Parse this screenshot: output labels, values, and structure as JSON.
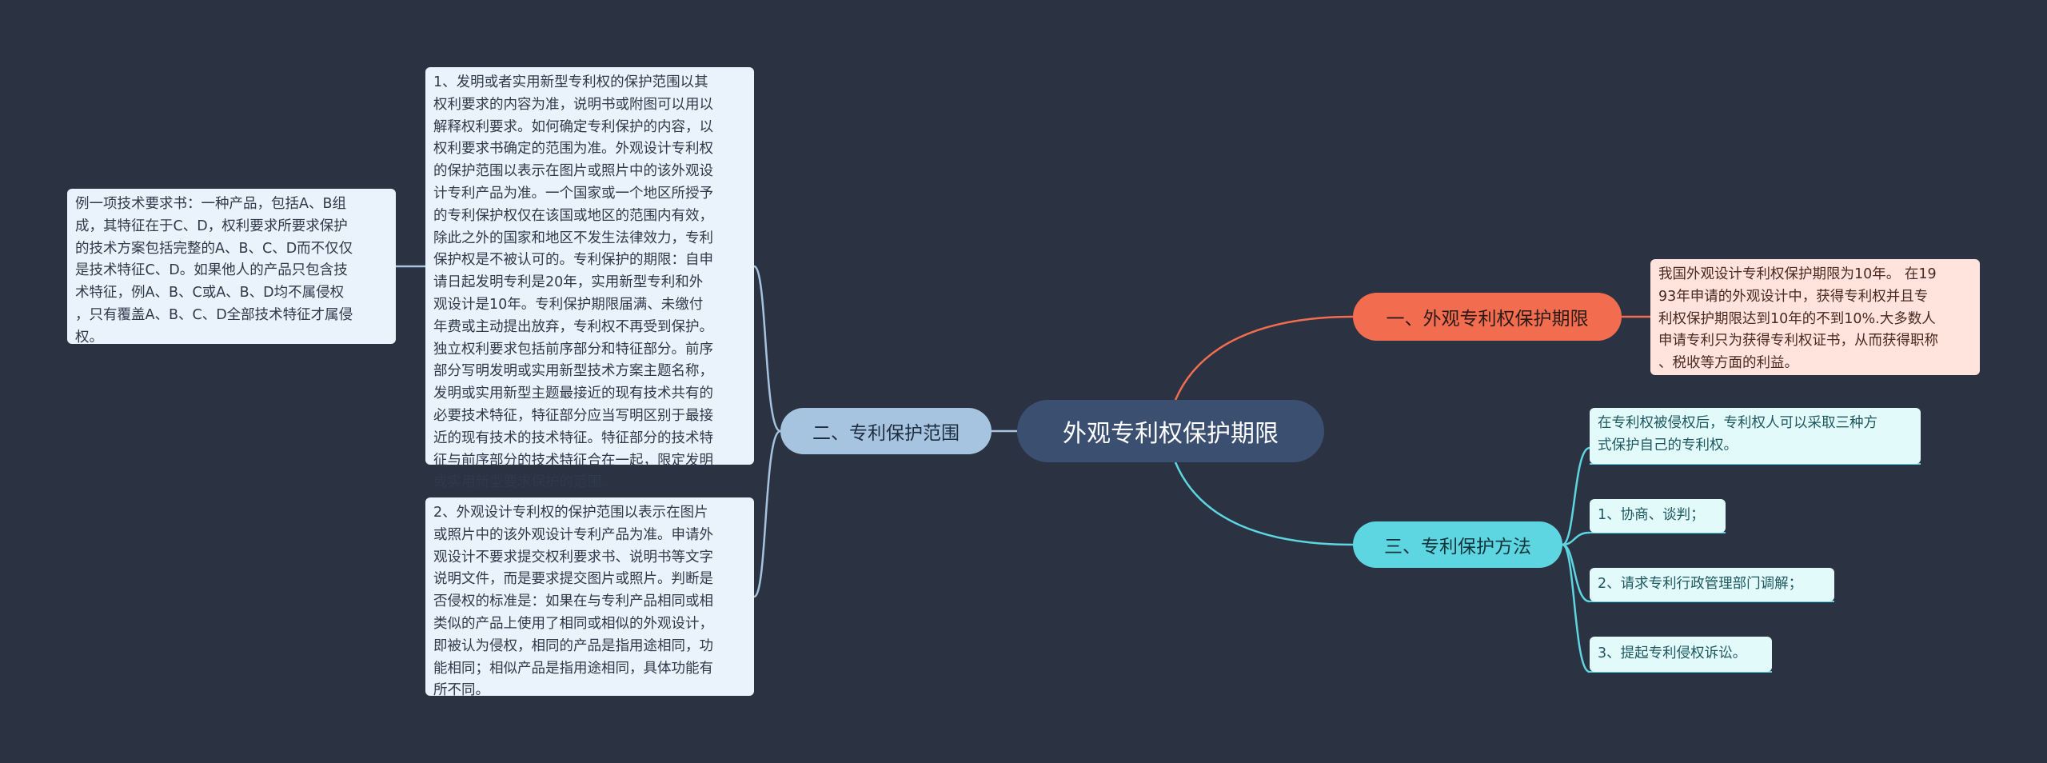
{
  "colors": {
    "background": "#2b3241",
    "center": "#3b5071",
    "branch_period": "#f26d50",
    "branch_scope": "#a6c4e0",
    "branch_methods": "#5dd6e2"
  },
  "center": {
    "label": "外观专利权保护期限"
  },
  "branches": {
    "period": {
      "label": "一、外观专利权保护期限",
      "detail": "我国外观设计专利权保护期限为10年。 在19\n93年申请的外观设计中，获得专利权并且专\n利权保护期限达到10年的不到10%.大多数人\n申请专利只为获得专利权证书，从而获得职称\n、税收等方面的利益。"
    },
    "scope": {
      "label": "二、专利保护范围",
      "item1": "1、发明或者实用新型专利权的保护范围以其\n权利要求的内容为准，说明书或附图可以用以\n解释权利要求。如何确定专利保护的内容，以\n权利要求书确定的范围为准。外观设计专利权\n的保护范围以表示在图片或照片中的该外观设\n计专利产品为准。一个国家或一个地区所授予\n的专利保护权仅在该国或地区的范围内有效，\n除此之外的国家和地区不发生法律效力，专利\n保护权是不被认可的。专利保护的期限：自申\n请日起发明专利是20年，实用新型专利和外\n观设计是10年。专利保护期限届满、未缴付\n年费或主动提出放弃，专利权不再受到保护。\n独立权利要求包括前序部分和特征部分。前序\n部分写明发明或实用新型技术方案主题名称，\n发明或实用新型主题最接近的现有技术共有的\n必要技术特征，特征部分应当写明区别于最接\n近的现有技术的技术特征。特征部分的技术特\n征与前序部分的技术特征合在一起，限定发明\n或实用新型要求保护的范围。",
      "example": "例一项技术要求书：一种产品，包括A、B组\n成，其特征在于C、D，权利要求所要求保护\n的技术方案包括完整的A、B、C、D而不仅仅\n是技术特征C、D。如果他人的产品只包含技\n术特征，例A、B、C或A、B、D均不属侵权\n，只有覆盖A、B、C、D全部技术特征才属侵\n权。",
      "item2": "2、外观设计专利权的保护范围以表示在图片\n或照片中的该外观设计专利产品为准。申请外\n观设计不要求提交权利要求书、说明书等文字\n说明文件，而是要求提交图片或照片。判断是\n否侵权的标准是：如果在与专利产品相同或相\n类似的产品上使用了相同或相似的外观设计，\n即被认为侵权，相同的产品是指用途相同，功\n能相同；相似产品是指用途相同，具体功能有\n所不同。"
    },
    "methods": {
      "label": "三、专利保护方法",
      "intro": "在专利权被侵权后，专利权人可以采取三种方\n式保护自己的专利权。",
      "items": [
        "1、协商、谈判；",
        "2、请求专利行政管理部门调解；",
        "3、提起专利侵权诉讼。"
      ]
    }
  }
}
